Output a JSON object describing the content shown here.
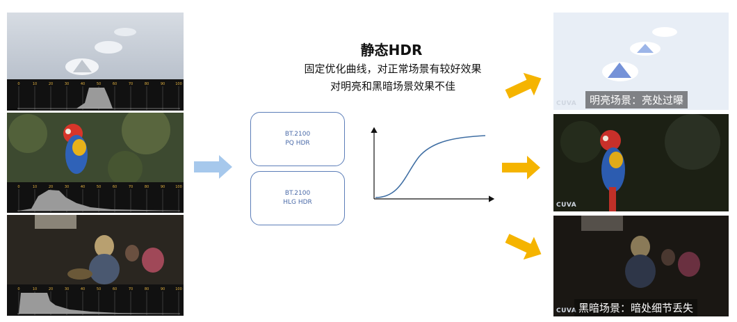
{
  "title": "静态HDR",
  "description_line1": "固定优化曲线，对正常场景有较好效果",
  "description_line2": "对明亮和黑暗场景效果不佳",
  "formats": [
    {
      "line1": "BT.2100",
      "line2": "PQ HDR"
    },
    {
      "line1": "BT.2100",
      "line2": "HLG HDR"
    }
  ],
  "histogram_ticks": [
    "0",
    "10",
    "20",
    "30",
    "40",
    "50",
    "60",
    "70",
    "80",
    "90",
    "100"
  ],
  "results": [
    {
      "caption": "明亮场景：亮处过曝",
      "logo": "CUVA"
    },
    {
      "caption": "",
      "logo": "CUVA"
    },
    {
      "caption": "黑暗场景：暗处细节丢失",
      "logo": "CUVA"
    }
  ],
  "colors": {
    "arrow_blue": "#a6c8ec",
    "arrow_orange": "#f5b400",
    "box_border": "#5b7db8",
    "curve": "#3f6ea3"
  }
}
